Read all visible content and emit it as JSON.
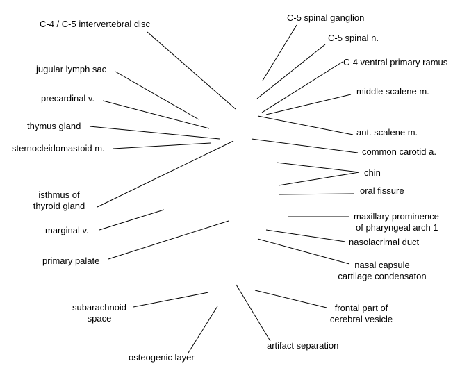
{
  "labels": {
    "c4c5_disc": "C-4 / C-5 intervertebral disc",
    "jugular": "jugular lymph sac",
    "precardinal": "precardinal v.",
    "thymus": "thymus gland",
    "sternocleido": "sternocleidomastoid m.",
    "isthmus_1": "isthmus of",
    "isthmus_2": "thyroid gland",
    "marginal": "marginal v.",
    "primary_palate": "primary palate",
    "subarachnoid_1": "subarachnoid",
    "subarachnoid_2": "space",
    "osteogenic": "osteogenic layer",
    "artifact": "artifact separation",
    "c5_ganglion": "C-5 spinal ganglion",
    "c5_nerve": "C-5 spinal n.",
    "c4_ramus": "C-4 ventral primary ramus",
    "middle_scalene": "middle scalene m.",
    "ant_scalene": "ant. scalene m.",
    "carotid": "common carotid a.",
    "chin": "chin",
    "oral_fissure": "oral fissure",
    "maxillary_1": "maxillary prominence",
    "maxillary_2": "of pharyngeal arch 1",
    "nasolacrimal": "nasolacrimal duct",
    "nasal_capsule_1": "nasal capsule",
    "nasal_capsule_2": "cartilage condensaton",
    "frontal_1": "frontal part of",
    "frontal_2": "cerebral vesicle"
  },
  "colors": {
    "line": "#000000",
    "background": "#ffffff"
  }
}
